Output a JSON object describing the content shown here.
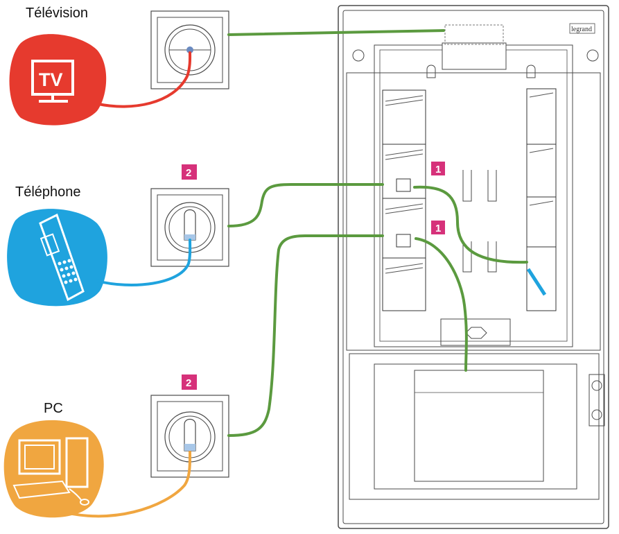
{
  "devices": {
    "television": {
      "label": "Télévision",
      "icon_text": "TV",
      "icon": "tv-icon",
      "color": "#e63a2e"
    },
    "telephone": {
      "label": "Téléphone",
      "icon": "telephone-icon",
      "color": "#1fa3de"
    },
    "pc": {
      "label": "PC",
      "icon": "computer-icon",
      "color": "#f0a640"
    }
  },
  "badges": {
    "phone_outlet": "2",
    "pc_outlet": "2",
    "module_upper": "1",
    "module_lower": "1"
  },
  "panel": {
    "brand": "legrand"
  },
  "colors": {
    "cable_green": "#5b9a3f",
    "badge_magenta": "#d6317a",
    "outline": "#4a4a4a"
  }
}
